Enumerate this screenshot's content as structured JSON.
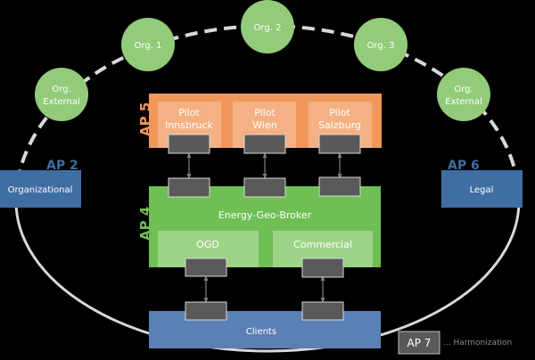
{
  "colors": {
    "background": "#000000",
    "ring": "#d9d9d9",
    "org_circle": "#92cb7a",
    "orange_outer": "#f1975a",
    "orange_inner": "#f4b183",
    "green_outer": "#70bf55",
    "green_inner": "#9dd386",
    "blue_box": "#3f6ea3",
    "clients_box": "#5b80b5",
    "dark_box": "#595959",
    "dark_box_border": "#d9d9d9",
    "white_text": "#ffffff",
    "ap5_label": "#f1975a",
    "ap4_label": "#70bf55",
    "ap_blue_label": "#3f6ea3",
    "muted_text": "#8c8c8c"
  },
  "orgs": [
    {
      "lines": [
        "Org.",
        "External"
      ]
    },
    {
      "lines": [
        "Org. 1"
      ]
    },
    {
      "lines": [
        "Org. 2"
      ]
    },
    {
      "lines": [
        "Org. 3"
      ]
    },
    {
      "lines": [
        "Org.",
        "External"
      ]
    }
  ],
  "ap2": {
    "label": "AP 2",
    "box": "Organizational"
  },
  "ap6": {
    "label": "AP 6",
    "box": "Legal"
  },
  "ap5": {
    "label": "AP 5",
    "pilots": [
      {
        "lines": [
          "Pilot",
          "Innsbruck"
        ]
      },
      {
        "lines": [
          "Pilot",
          "Wien"
        ]
      },
      {
        "lines": [
          "Pilot",
          "Salzburg"
        ]
      }
    ]
  },
  "ap4": {
    "label": "AP 4",
    "title": "Energy-Geo-Broker",
    "sub": [
      "OGD",
      "Commercial"
    ]
  },
  "clients": {
    "label": "Clients"
  },
  "ap7": {
    "label": "AP 7",
    "note": "... Harmonization"
  }
}
